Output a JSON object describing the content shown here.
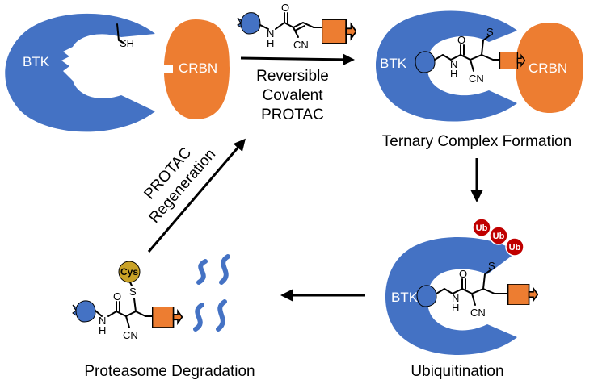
{
  "colors": {
    "btk_blue": "#4472c4",
    "crbn_orange": "#ed7d31",
    "ubiquitin_red": "#c00000",
    "cys_gold": "#c9a227",
    "arrow": "#000000"
  },
  "labels": {
    "btk": "BTK",
    "crbn": "CRBN",
    "sh": "SH",
    "ub": "Ub",
    "cys": "Cys",
    "s": "S",
    "n": "N",
    "h": "H",
    "o": "O",
    "cn": "CN"
  },
  "captions": {
    "reversible_line1": "Reversible",
    "reversible_line2": "Covalent",
    "reversible_line3": "PROTAC",
    "ternary": "Ternary Complex Formation",
    "ubiquitination": "Ubiquitination",
    "proteasome": "Proteasome Degradation",
    "regeneration_line1": "PROTAC",
    "regeneration_line2": "Regeneration"
  },
  "icons": {
    "btk_ligand": "blue-warhead-icon",
    "crbn_ligand": "orange-arrow-block-icon",
    "peptide_fragment": "blue-squiggle-icon"
  }
}
